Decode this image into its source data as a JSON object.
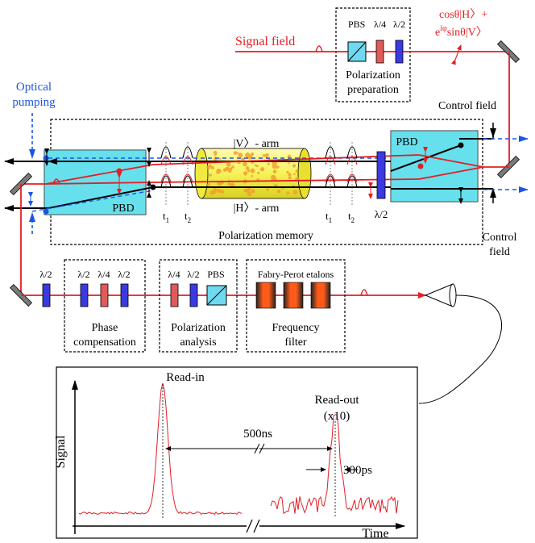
{
  "colors": {
    "signal": "#e31e24",
    "control": "#000000",
    "pumping": "#1a56e6",
    "pbd_fill": "#33d6e6",
    "cell_fill": "#f7f25a",
    "cell_dots": "#f0a030",
    "qwp_fill": "#e05a5a",
    "hwp_fill": "#3a3ae0",
    "pbs_fill": "#6fd9ef",
    "mirror": "#7a7a7a"
  },
  "labels": {
    "signal_field": "Signal field",
    "state_line1": "cosθ|H〉+",
    "state_e": "e",
    "state_sup": "iφ",
    "state_rest": "sinθ|V〉",
    "pbs": "PBS",
    "qwp": "λ/4",
    "hwp": "λ/2",
    "polarization_preparation_1": "Polarization",
    "polarization_preparation_2": "preparation",
    "optical_pumping_1": "Optical",
    "optical_pumping_2": "pumping",
    "control_field": "Control field",
    "control_field_bottom_1": "Control",
    "control_field_bottom_2": "field",
    "pbd": "PBD",
    "v_arm": "|V〉- arm",
    "h_arm": "|H〉- arm",
    "t_main": "t",
    "t1_sub": "1",
    "t2_sub": "2",
    "polarization_memory": "Polarization memory",
    "phase_compensation_1": "Phase",
    "phase_compensation_2": "compensation",
    "polarization_analysis_1": "Polarization",
    "polarization_analysis_2": "analysis",
    "fabry_perot": "Fabry-Perot etalons",
    "frequency_filter_1": "Frequency",
    "frequency_filter_2": "filter"
  },
  "plot": {
    "read_in": "Read-in",
    "read_out": "Read-out",
    "x10": "(x10)",
    "delay": "500ns",
    "width": "300ps",
    "ylabel": "Signal",
    "xlabel": "Time",
    "readin_peak": 1.0,
    "readout_peak": 0.72
  }
}
